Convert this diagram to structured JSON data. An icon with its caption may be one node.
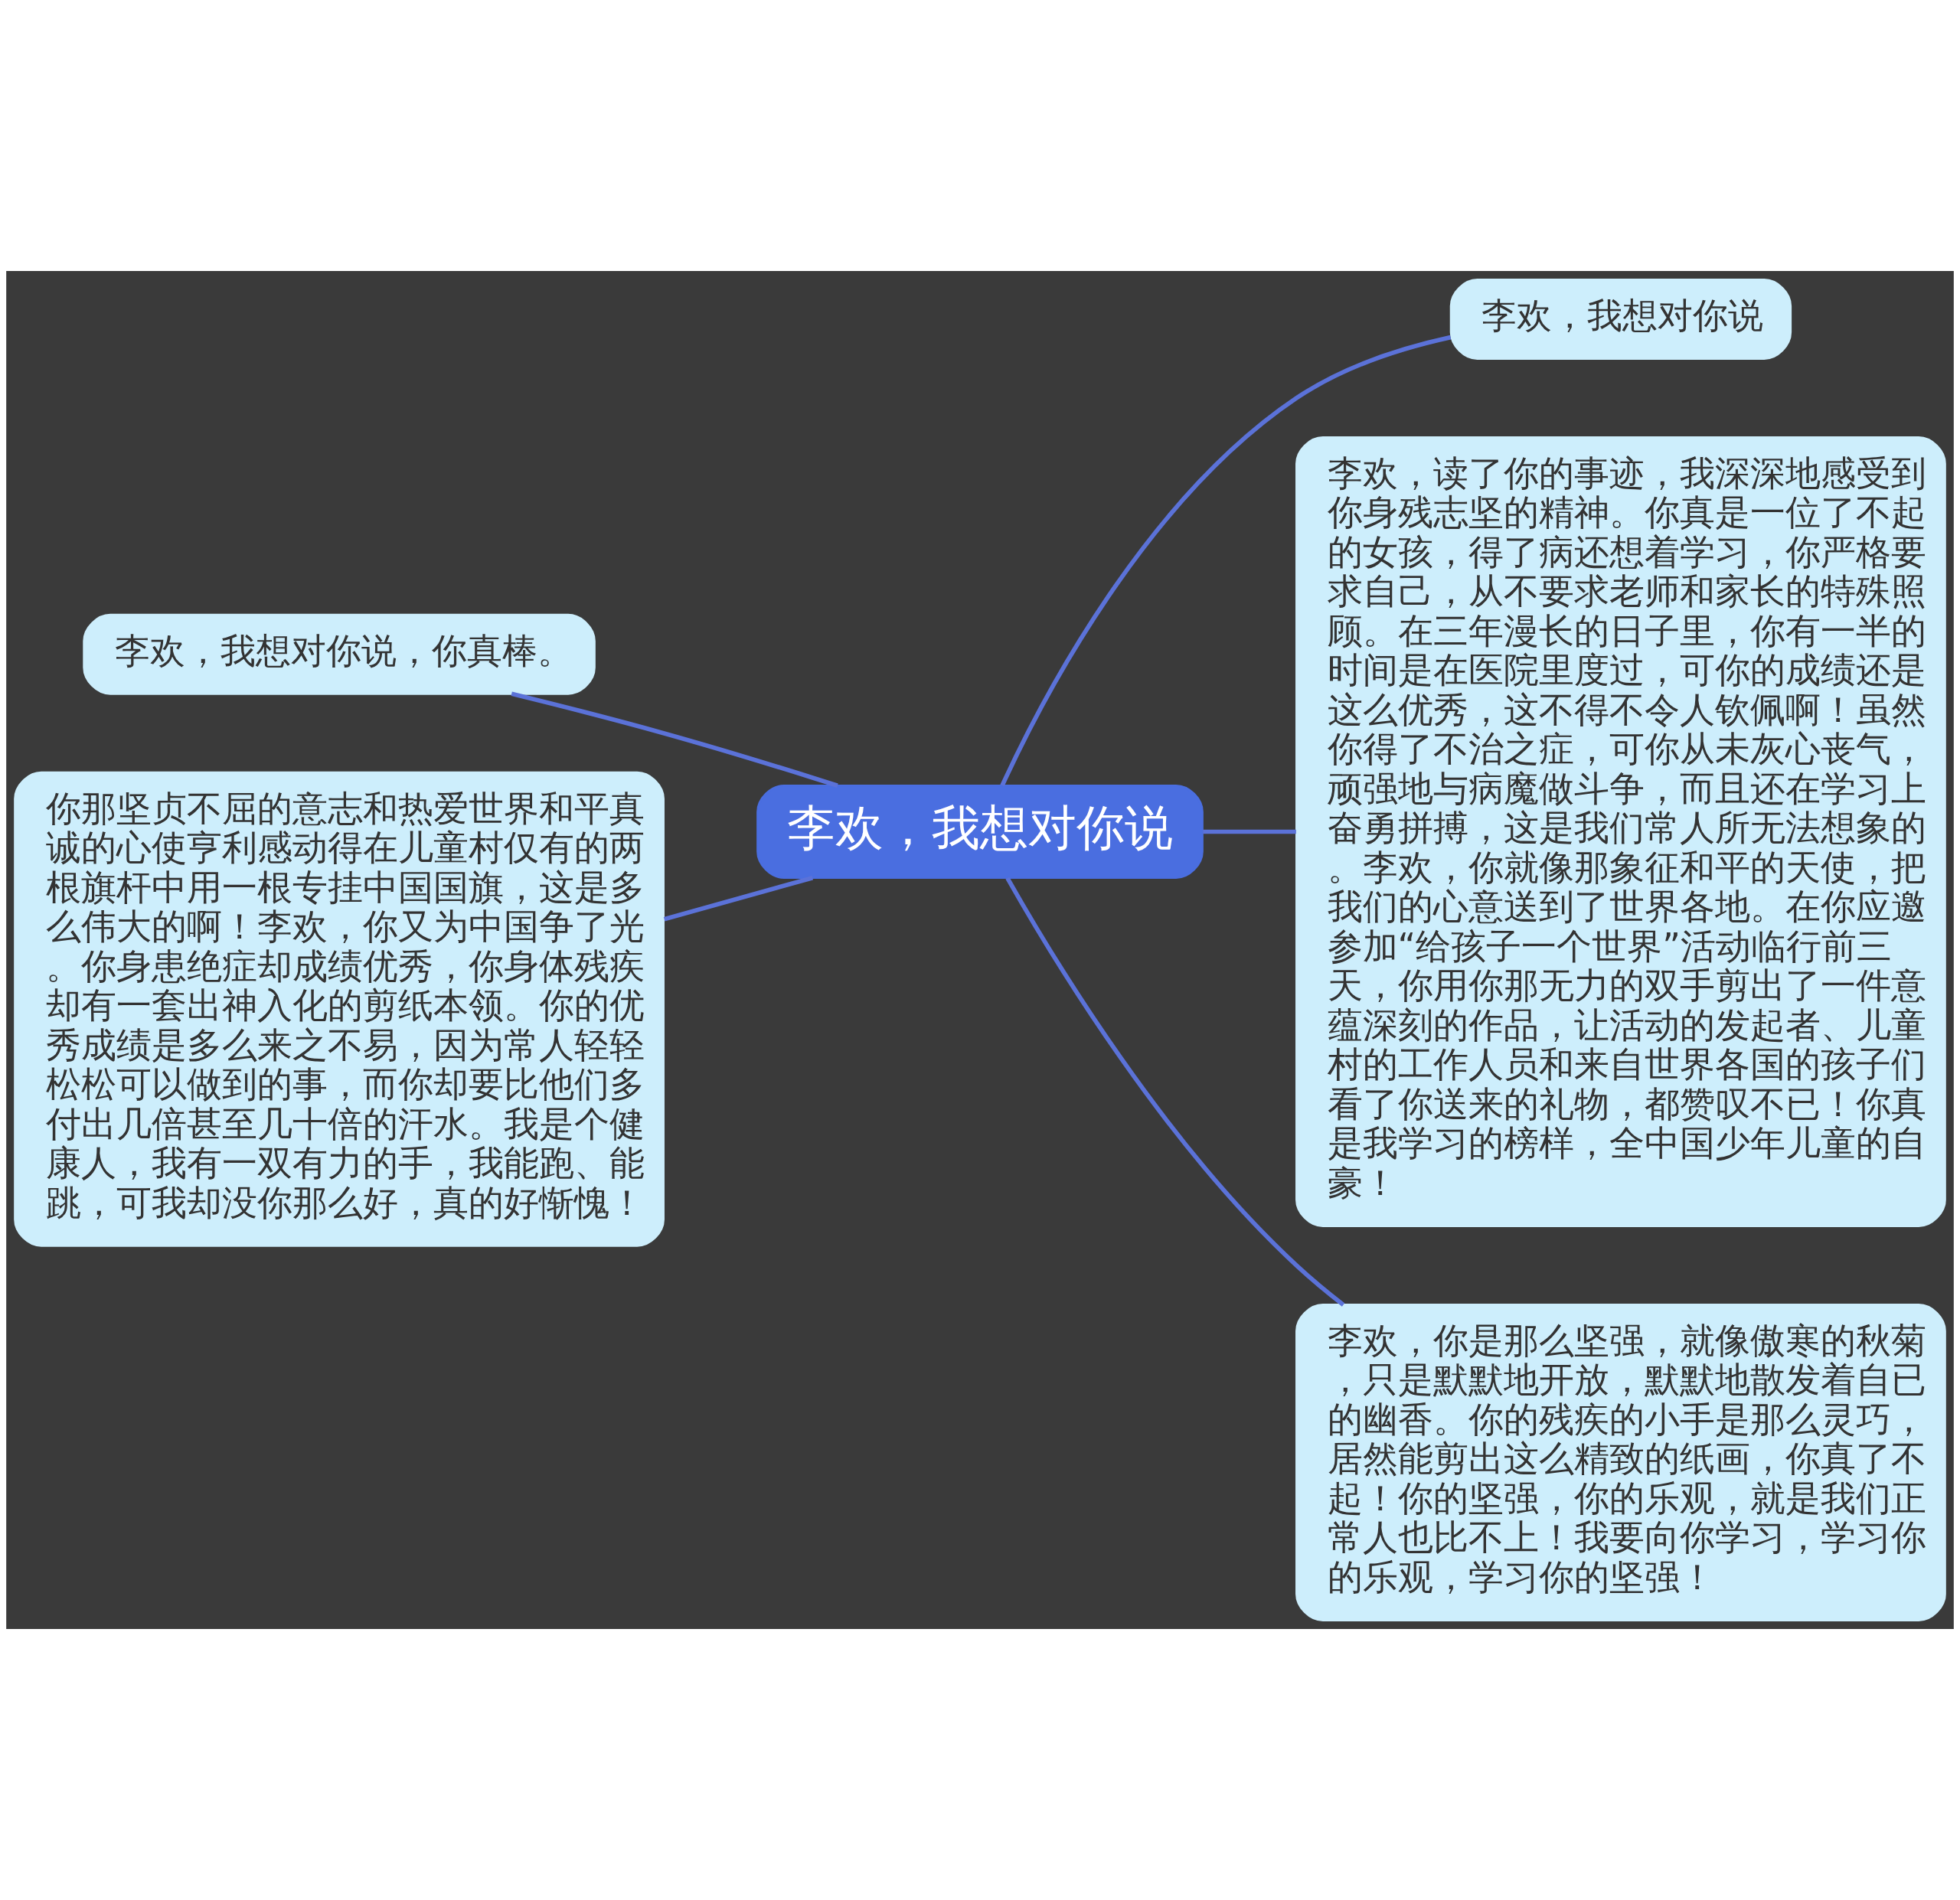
{
  "diagram": {
    "nodes": [
      {
        "text": [
          "李欢，我想对你说"
        ]
      },
      {
        "text": [
          "李欢，我想对你说"
        ]
      },
      {
        "text": [
          "李欢，读了你的事迹，我深深地感受到你身残志坚的精神。你真是一位了不起的女孩，得了病还想着学习，你严格要求自己，从不要求老师和家长的特殊照顾。在三年漫长的日子里，你有一半的时间是在医院里度过，可你的成绩还是这么优秀，这不得不令人钦佩啊！虽然你得了不治之症，可你从未灰心丧气，顽强地与病魔做斗争，而且还在学习上奋勇拼搏，这是我们常人所无法想象的。李欢，你就像那象征和平的天使，把我们的心意送到了世界各地。在你应邀参加“给孩子一个世界”活动临行前三天，你用你那无力的双手剪出了一件意蕴深刻的作品，让活动的发起者、儿童村的工作人员和来自世界各国的孩子们看了你送来的礼物，都赞叹不已！你真是我学习的榜样，全中国少年儿童的自豪！"
        ]
      },
      {
        "text": [
          "李欢，你是那么坚强，就像傲寒的秋菊，只是默默地开放，默默地散发着自已的幽香。你的残疾的小手是那么灵巧，居然能剪出这么精致的纸画，你真了不起！你的坚强，你的乐观，就是我们正常人也比不上！我要向你学习，学习你的乐观，学习你的坚强！"
        ]
      },
      {
        "text": [
          "李欢，我想对你说，你真棒。"
        ]
      },
      {
        "text": [
          "你那坚贞不屈的意志和热爱世界和平真诚的心使亨利感动得在儿童村仅有的两根旗杆中用一根专挂中国国旗，这是多么伟大的啊！李欢，你又为中国争了光。你身患绝症却成绩优秀，你身体残疾却有一套出神入化的剪纸本领。你的优秀成绩是多么来之不易，因为常人轻轻松松可以做到的事，而你却要比他们多付出几倍甚至几十倍的汗水。我是个健康人，我有一双有力的手，我能跑、能跳，可我却没你那么好，真的好惭愧！"
        ]
      }
    ],
    "edges": [
      {
        "from": 0,
        "to": 1,
        "arrow": "none"
      },
      {
        "from": 0,
        "to": 2,
        "arrow": "none"
      },
      {
        "from": 0,
        "to": 3,
        "arrow": "none"
      },
      {
        "from": 0,
        "to": 4,
        "arrow": "none"
      },
      {
        "from": 0,
        "to": 5,
        "arrow": "none"
      }
    ]
  }
}
